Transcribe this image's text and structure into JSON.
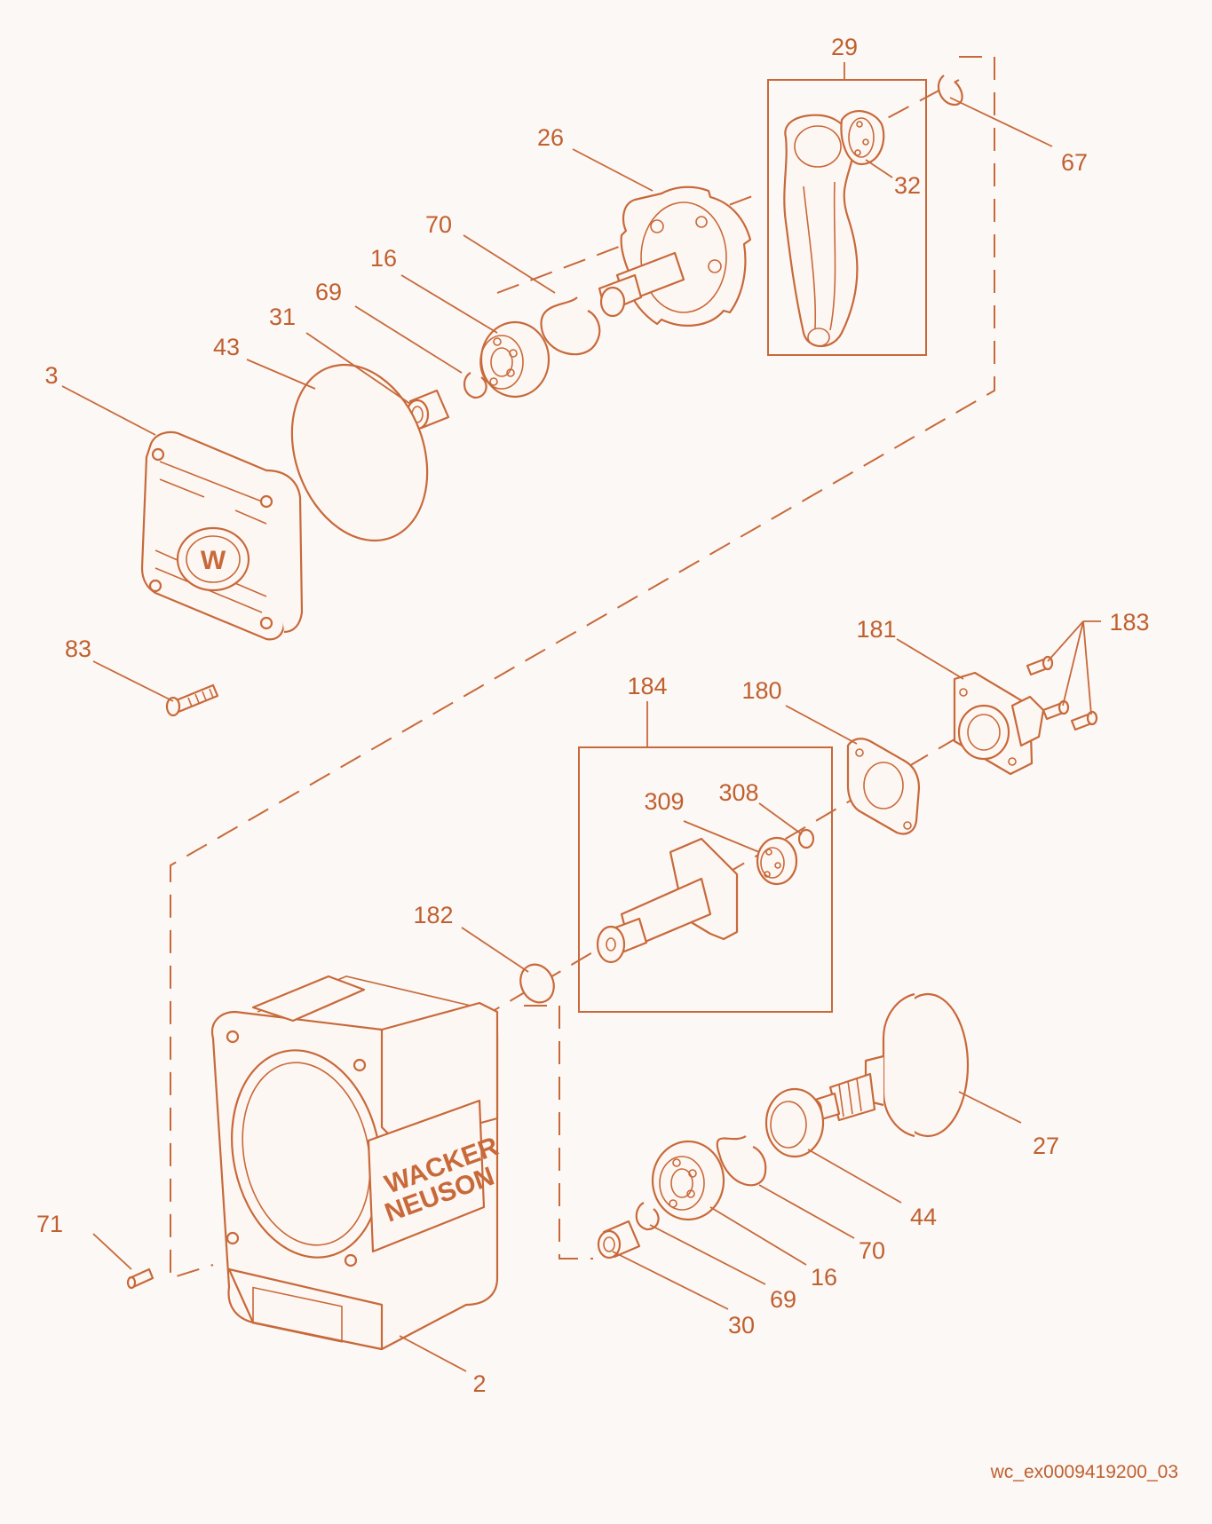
{
  "labels": {
    "p29": "29",
    "p67": "67",
    "p32": "32",
    "p26": "26",
    "p70a": "70",
    "p16a": "16",
    "p69a": "69",
    "p31": "31",
    "p43": "43",
    "p3": "3",
    "p83": "83",
    "p181": "181",
    "p183": "183",
    "p184": "184",
    "p180": "180",
    "p308": "308",
    "p309": "309",
    "p182": "182",
    "p27": "27",
    "p44": "44",
    "p70b": "70",
    "p16b": "16",
    "p69b": "69",
    "p30": "30",
    "p71": "71",
    "p2": "2"
  },
  "logos": {
    "cover": "W",
    "housing_line1": "WACKER",
    "housing_line2": "NEUSON"
  },
  "reference_code": "wc_ex0009419200_03",
  "colors": {
    "line": "#c8693a",
    "text": "#c0602f",
    "background": "#fbf8f6"
  }
}
